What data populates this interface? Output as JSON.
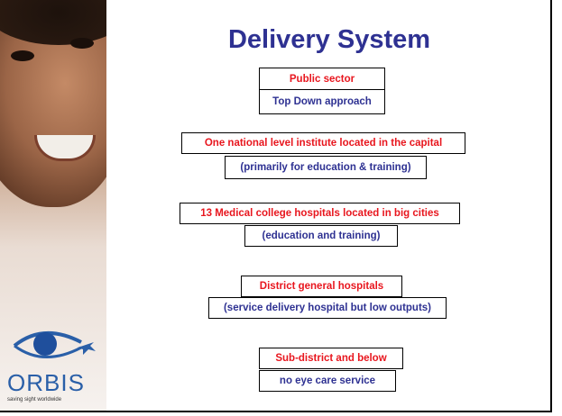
{
  "slide": {
    "title": "Delivery System",
    "boxes": [
      {
        "id": "public-sector",
        "text": "Public sector",
        "color": "#e8161e"
      },
      {
        "id": "top-down",
        "text": "Top Down approach",
        "color": "#2e3192"
      },
      {
        "id": "national-institute",
        "text": "One national level institute located in the capital",
        "color": "#e8161e"
      },
      {
        "id": "national-purpose",
        "text": "(primarily for education & training)",
        "color": "#2e3192"
      },
      {
        "id": "medical-college",
        "text": "13 Medical college hospitals located in big cities",
        "color": "#e8161e"
      },
      {
        "id": "medical-purpose",
        "text": "(education and training)",
        "color": "#2e3192"
      },
      {
        "id": "district",
        "text": "District general hospitals",
        "color": "#e8161e"
      },
      {
        "id": "district-purpose",
        "text": "(service delivery hospital but low outputs)",
        "color": "#2e3192"
      },
      {
        "id": "sub-district",
        "text": "Sub-district and below",
        "color": "#e8161e"
      },
      {
        "id": "sub-district-purpose",
        "text": "no eye care service",
        "color": "#2e3192"
      }
    ]
  },
  "logo": {
    "brand": "ORBIS",
    "tagline": "saving sight worldwide"
  },
  "colors": {
    "title": "#2e3192",
    "heading_red": "#e8161e",
    "body_blue": "#2e3192"
  }
}
